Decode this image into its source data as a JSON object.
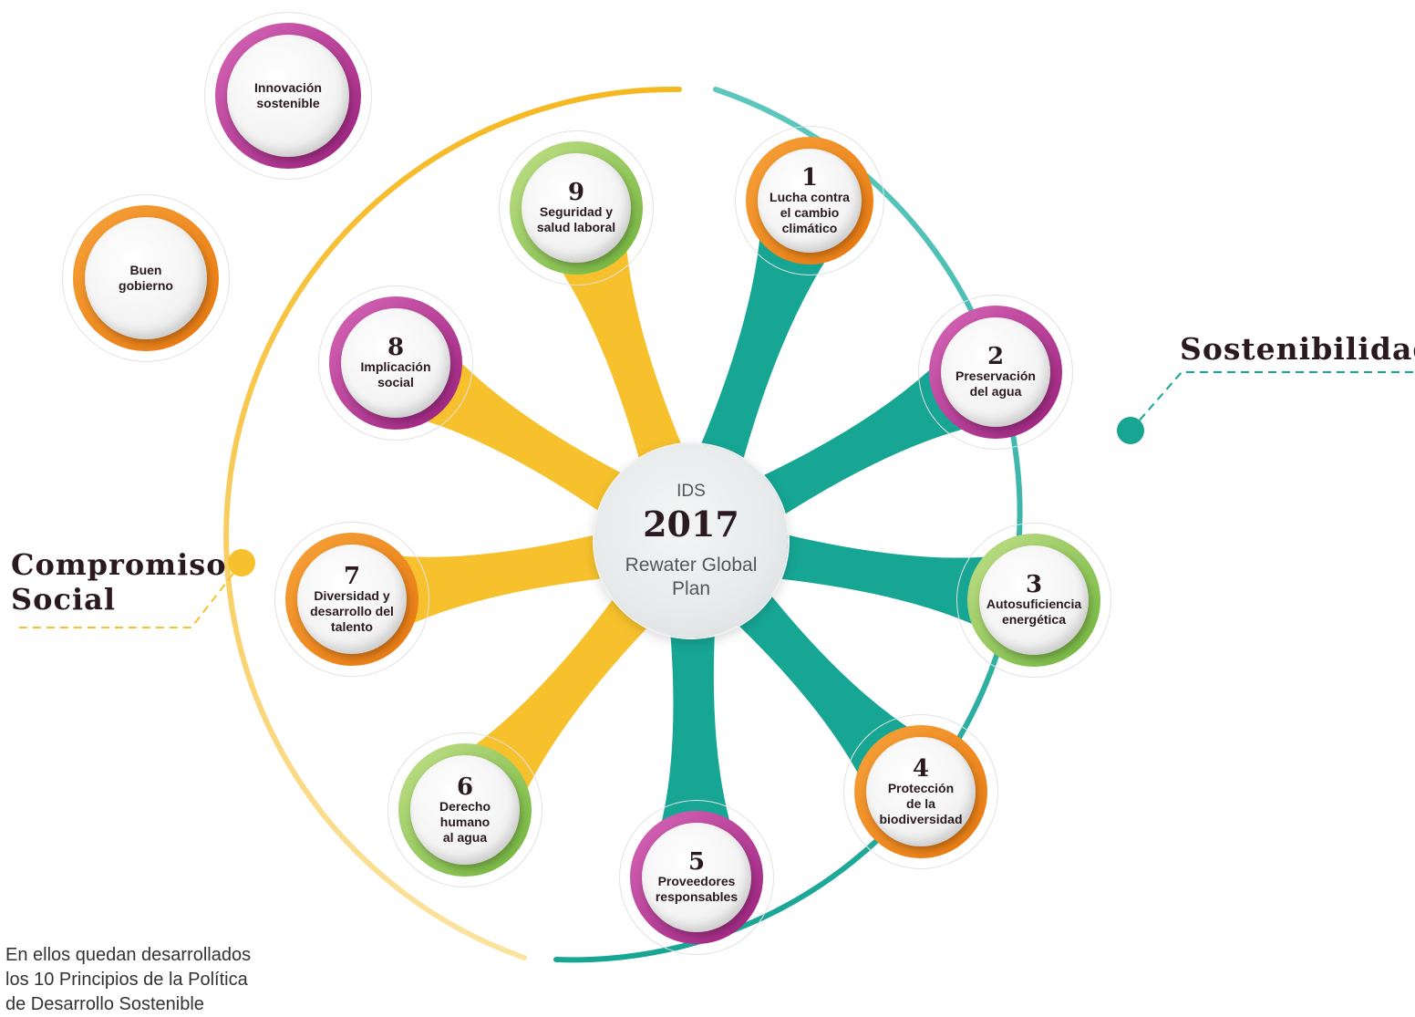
{
  "center": {
    "line1": "IDS",
    "year": "2017",
    "line2": "Rewater Global\nPlan"
  },
  "groups": {
    "sostenibilidad": "Sostenibilidad",
    "compromiso_line1": "Compromiso",
    "compromiso_line2": "Social"
  },
  "colors": {
    "teal": "#17a594",
    "yellow": "#f6c12c",
    "orange": "#ef8a1e",
    "magenta": "#b3278f",
    "green": "#8cc43d"
  },
  "principles": [
    {
      "number": "1",
      "label": "Lucha contra\nel cambio\nclimático",
      "ring": "orange",
      "group": "Sostenibilidad"
    },
    {
      "number": "2",
      "label": "Preservación\ndel agua",
      "ring": "magenta",
      "group": "Sostenibilidad"
    },
    {
      "number": "3",
      "label": "Autosuficiencia\nenergética",
      "ring": "green",
      "group": "Sostenibilidad"
    },
    {
      "number": "4",
      "label": "Protección\nde la\nbiodiversidad",
      "ring": "orange",
      "group": "Sostenibilidad"
    },
    {
      "number": "5",
      "label": "Proveedores\nresponsables",
      "ring": "magenta",
      "group": "Sostenibilidad"
    },
    {
      "number": "6",
      "label": "Derecho\nhumano\nal agua",
      "ring": "green",
      "group": "Compromiso Social"
    },
    {
      "number": "7",
      "label": "Diversidad y\ndesarrollo del\ntalento",
      "ring": "orange",
      "group": "Compromiso Social"
    },
    {
      "number": "8",
      "label": "Implicación\nsocial",
      "ring": "magenta",
      "group": "Compromiso Social"
    },
    {
      "number": "9",
      "label": "Seguridad y\nsalud laboral",
      "ring": "green",
      "group": "Compromiso Social"
    }
  ],
  "extras": [
    {
      "label": "Innovación\nsostenible",
      "ring": "magenta"
    },
    {
      "label": "Buen\ngobierno",
      "ring": "orange"
    }
  ],
  "footnote": "En ellos quedan desarrollados\nlos 10 Principios de la Política\nde Desarrollo Sostenible"
}
